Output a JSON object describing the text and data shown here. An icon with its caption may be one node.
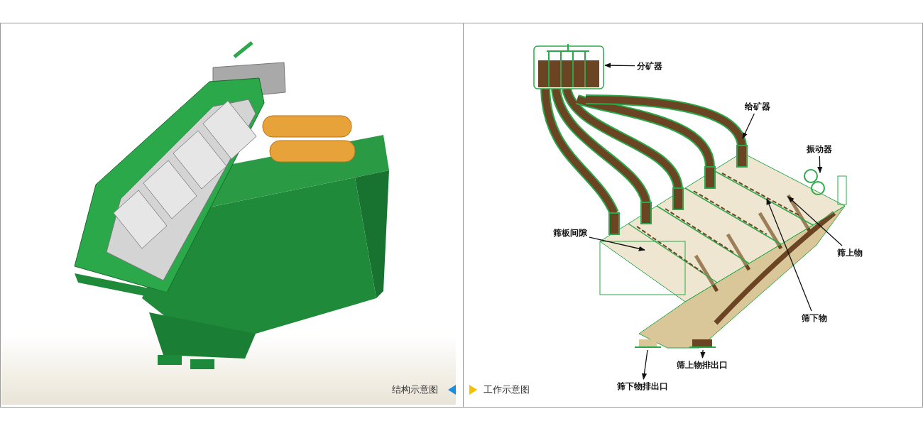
{
  "diagram": {
    "nodes": [
      {
        "text": [
          "分矿器"
        ]
      },
      {
        "text": [
          "给矿器"
        ]
      },
      {
        "text": [
          "振动器"
        ]
      },
      {
        "text": [
          "筛板间隙"
        ]
      },
      {
        "text": [
          "筛上物"
        ]
      },
      {
        "text": [
          "筛下物"
        ]
      },
      {
        "text": [
          "筛上物排出口"
        ]
      },
      {
        "text": [
          "筛下物排出口"
        ]
      }
    ],
    "edges": [
      {
        "from": 0,
        "to": null,
        "arrow": "to"
      },
      {
        "from": 1,
        "to": null,
        "arrow": "to"
      },
      {
        "from": 2,
        "to": null,
        "arrow": "to"
      },
      {
        "from": 3,
        "to": null,
        "arrow": "to"
      },
      {
        "from": 4,
        "to": null,
        "arrow": "to"
      },
      {
        "from": 5,
        "to": null,
        "arrow": "to"
      },
      {
        "from": null,
        "to": 6,
        "arrow": "to"
      },
      {
        "from": null,
        "to": 7,
        "arrow": "to"
      }
    ],
    "labels": [
      "结构示意图",
      "工作示意图"
    ]
  }
}
